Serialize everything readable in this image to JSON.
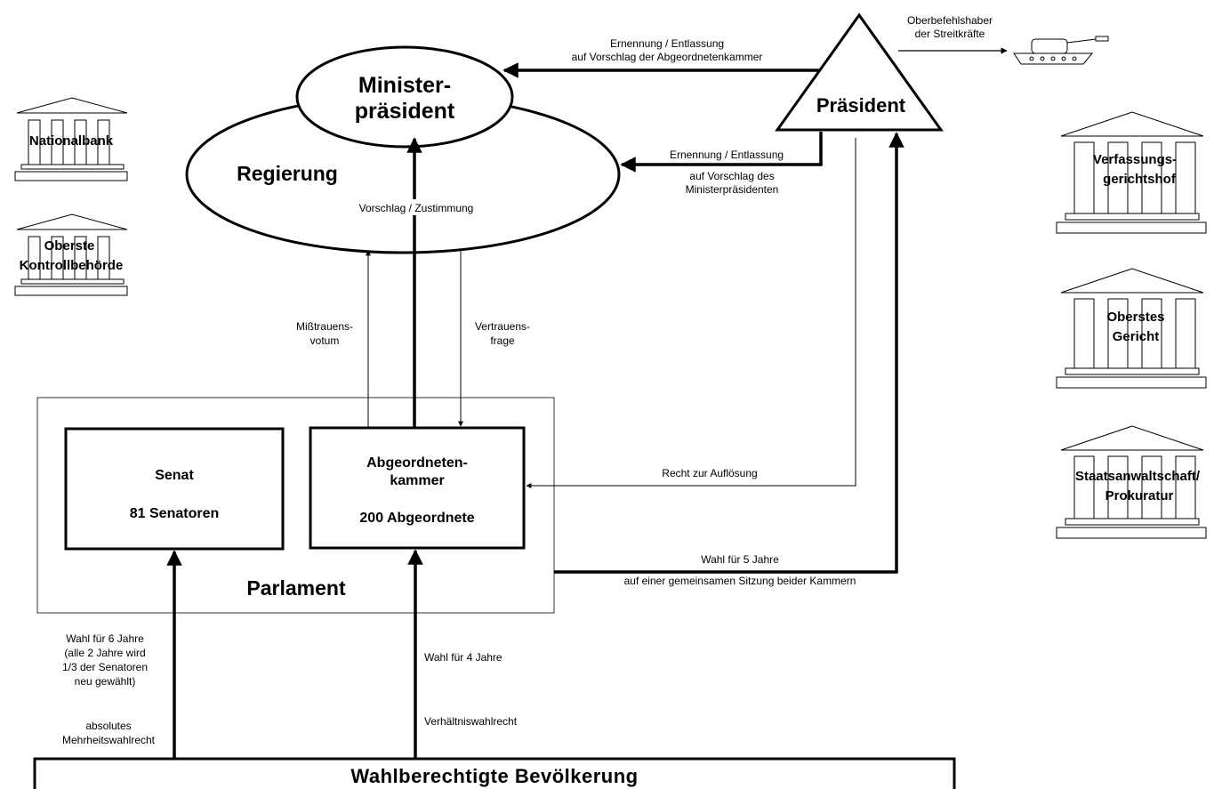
{
  "nodes": {
    "minister_line1": "Minister-",
    "minister_line2": "präsident",
    "regierung": "Regierung",
    "praesident": "Präsident",
    "senat_title": "Senat",
    "senat_count": "81 Senatoren",
    "kammer_line1": "Abgeordneten-",
    "kammer_line2": "kammer",
    "kammer_count": "200 Abgeordnete",
    "parlament": "Parlament",
    "bevoelkerung": "Wahlberechtigte Bevölkerung"
  },
  "institutions": {
    "nationalbank": "Nationalbank",
    "kontroll_line1": "Oberste",
    "kontroll_line2": "Kontrollbehörde",
    "verfassung_line1": "Verfassungs-",
    "verfassung_line2": "gerichtshof",
    "gericht_line1": "Oberstes",
    "gericht_line2": "Gericht",
    "staatsanwalt_line1": "Staatsanwaltschaft/",
    "staatsanwalt_line2": "Prokuratur"
  },
  "labels": {
    "oberbefehl_line1": "Oberbefehlshaber",
    "oberbefehl_line2": "der Streitkräfte",
    "ernennung1_line1": "Ernennung / Entlassung",
    "ernennung1_line2": "auf Vorschlag der Abgeordnetenkammer",
    "ernennung2_line1": "Ernennung / Entlassung",
    "ernennung2_line2": "auf Vorschlag des",
    "ernennung2_line3": "Ministerpräsidenten",
    "vorschlag": "Vorschlag / Zustimmung",
    "misstrauen_line1": "Mißtrauens-",
    "misstrauen_line2": "votum",
    "vertrauen_line1": "Vertrauens-",
    "vertrauen_line2": "frage",
    "aufloesung": "Recht zur Auflösung",
    "wahl5_line1": "Wahl für 5 Jahre",
    "wahl5_line2": "auf einer gemeinsamen Sitzung beider Kammern",
    "wahl6_line1": "Wahl für 6 Jahre",
    "wahl6_line2": "(alle 2 Jahre wird",
    "wahl6_line3": "1/3 der Senatoren",
    "wahl6_line4": "neu gewählt)",
    "absolut_line1": "absolutes",
    "absolut_line2": "Mehrheitswahlrecht",
    "wahl4": "Wahl für 4 Jahre",
    "verhaeltnis": "Verhältniswahlrecht"
  }
}
